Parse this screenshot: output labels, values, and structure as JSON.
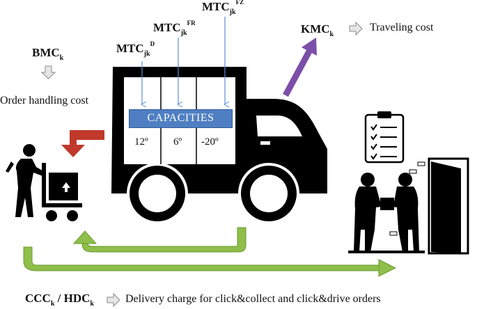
{
  "labels": {
    "bmc": {
      "main": "BMC",
      "sub": "k"
    },
    "order_handling": "Order handling cost",
    "mtc_d": {
      "main": "MTC",
      "sub": "jk",
      "sup": "D"
    },
    "mtc_fr": {
      "main": "MTC",
      "sub": "jk",
      "sup": "FR"
    },
    "mtc_fz": {
      "main": "MTC",
      "sub": "jk",
      "sup": "FZ"
    },
    "kmc": {
      "main": "KMC",
      "sub": "k"
    },
    "traveling_cost": "Traveling cost",
    "ccc": {
      "main": "CCC",
      "sub": "k"
    },
    "separator": " / ",
    "hdc": {
      "main": "HDC",
      "sub": "k"
    },
    "delivery_charge": "Delivery charge for click&collect and click&drive orders"
  },
  "truck": {
    "capacities": "CAPACITIES",
    "temperatures": [
      "12º",
      "6º",
      "-20º"
    ]
  },
  "colors": {
    "truck": "#000000",
    "capacity_box": "#4f7fc2",
    "red_arrow": "#c0392b",
    "purple_arrow": "#7b4fa8",
    "green_arrow": "#8fbe4a",
    "blue_arrow": "#5b8fd6",
    "gray_arrow": "#bfbfbf"
  },
  "icons": [
    "worker-with-hand-truck-icon",
    "delivery-truck-icon",
    "clipboard-checklist-icon",
    "package-handover-icon",
    "open-door-icon"
  ]
}
